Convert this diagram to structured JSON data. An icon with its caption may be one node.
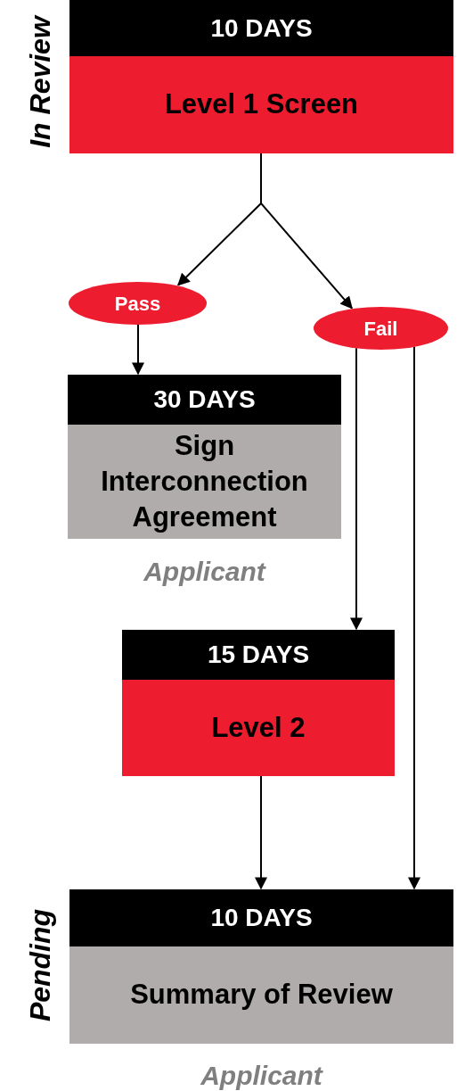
{
  "diagram": {
    "nodes": [
      {
        "text": [
          "10 DAYS",
          "Level 1 Screen"
        ]
      },
      {
        "text": [
          "Pass"
        ]
      },
      {
        "text": [
          "Fail"
        ]
      },
      {
        "text": [
          "30 DAYS",
          "Sign Interconnection Agreement"
        ],
        "beside": [
          "Applicant"
        ]
      },
      {
        "text": [
          "15 DAYS",
          "Level 2"
        ]
      },
      {
        "text": [
          "10 DAYS",
          "Summary of Review"
        ],
        "beside": [
          "Applicant"
        ]
      }
    ],
    "edges": [
      {
        "from": 0,
        "to": 1,
        "arrow": "to"
      },
      {
        "from": 0,
        "to": 2,
        "arrow": "to"
      },
      {
        "from": 1,
        "to": 3,
        "arrow": "to"
      },
      {
        "from": 2,
        "to": 4,
        "arrow": "to"
      },
      {
        "from": 2,
        "to": 5,
        "arrow": "to"
      },
      {
        "from": 4,
        "to": 5,
        "arrow": "to"
      }
    ],
    "labels": [
      "In Review",
      "Pending"
    ]
  }
}
